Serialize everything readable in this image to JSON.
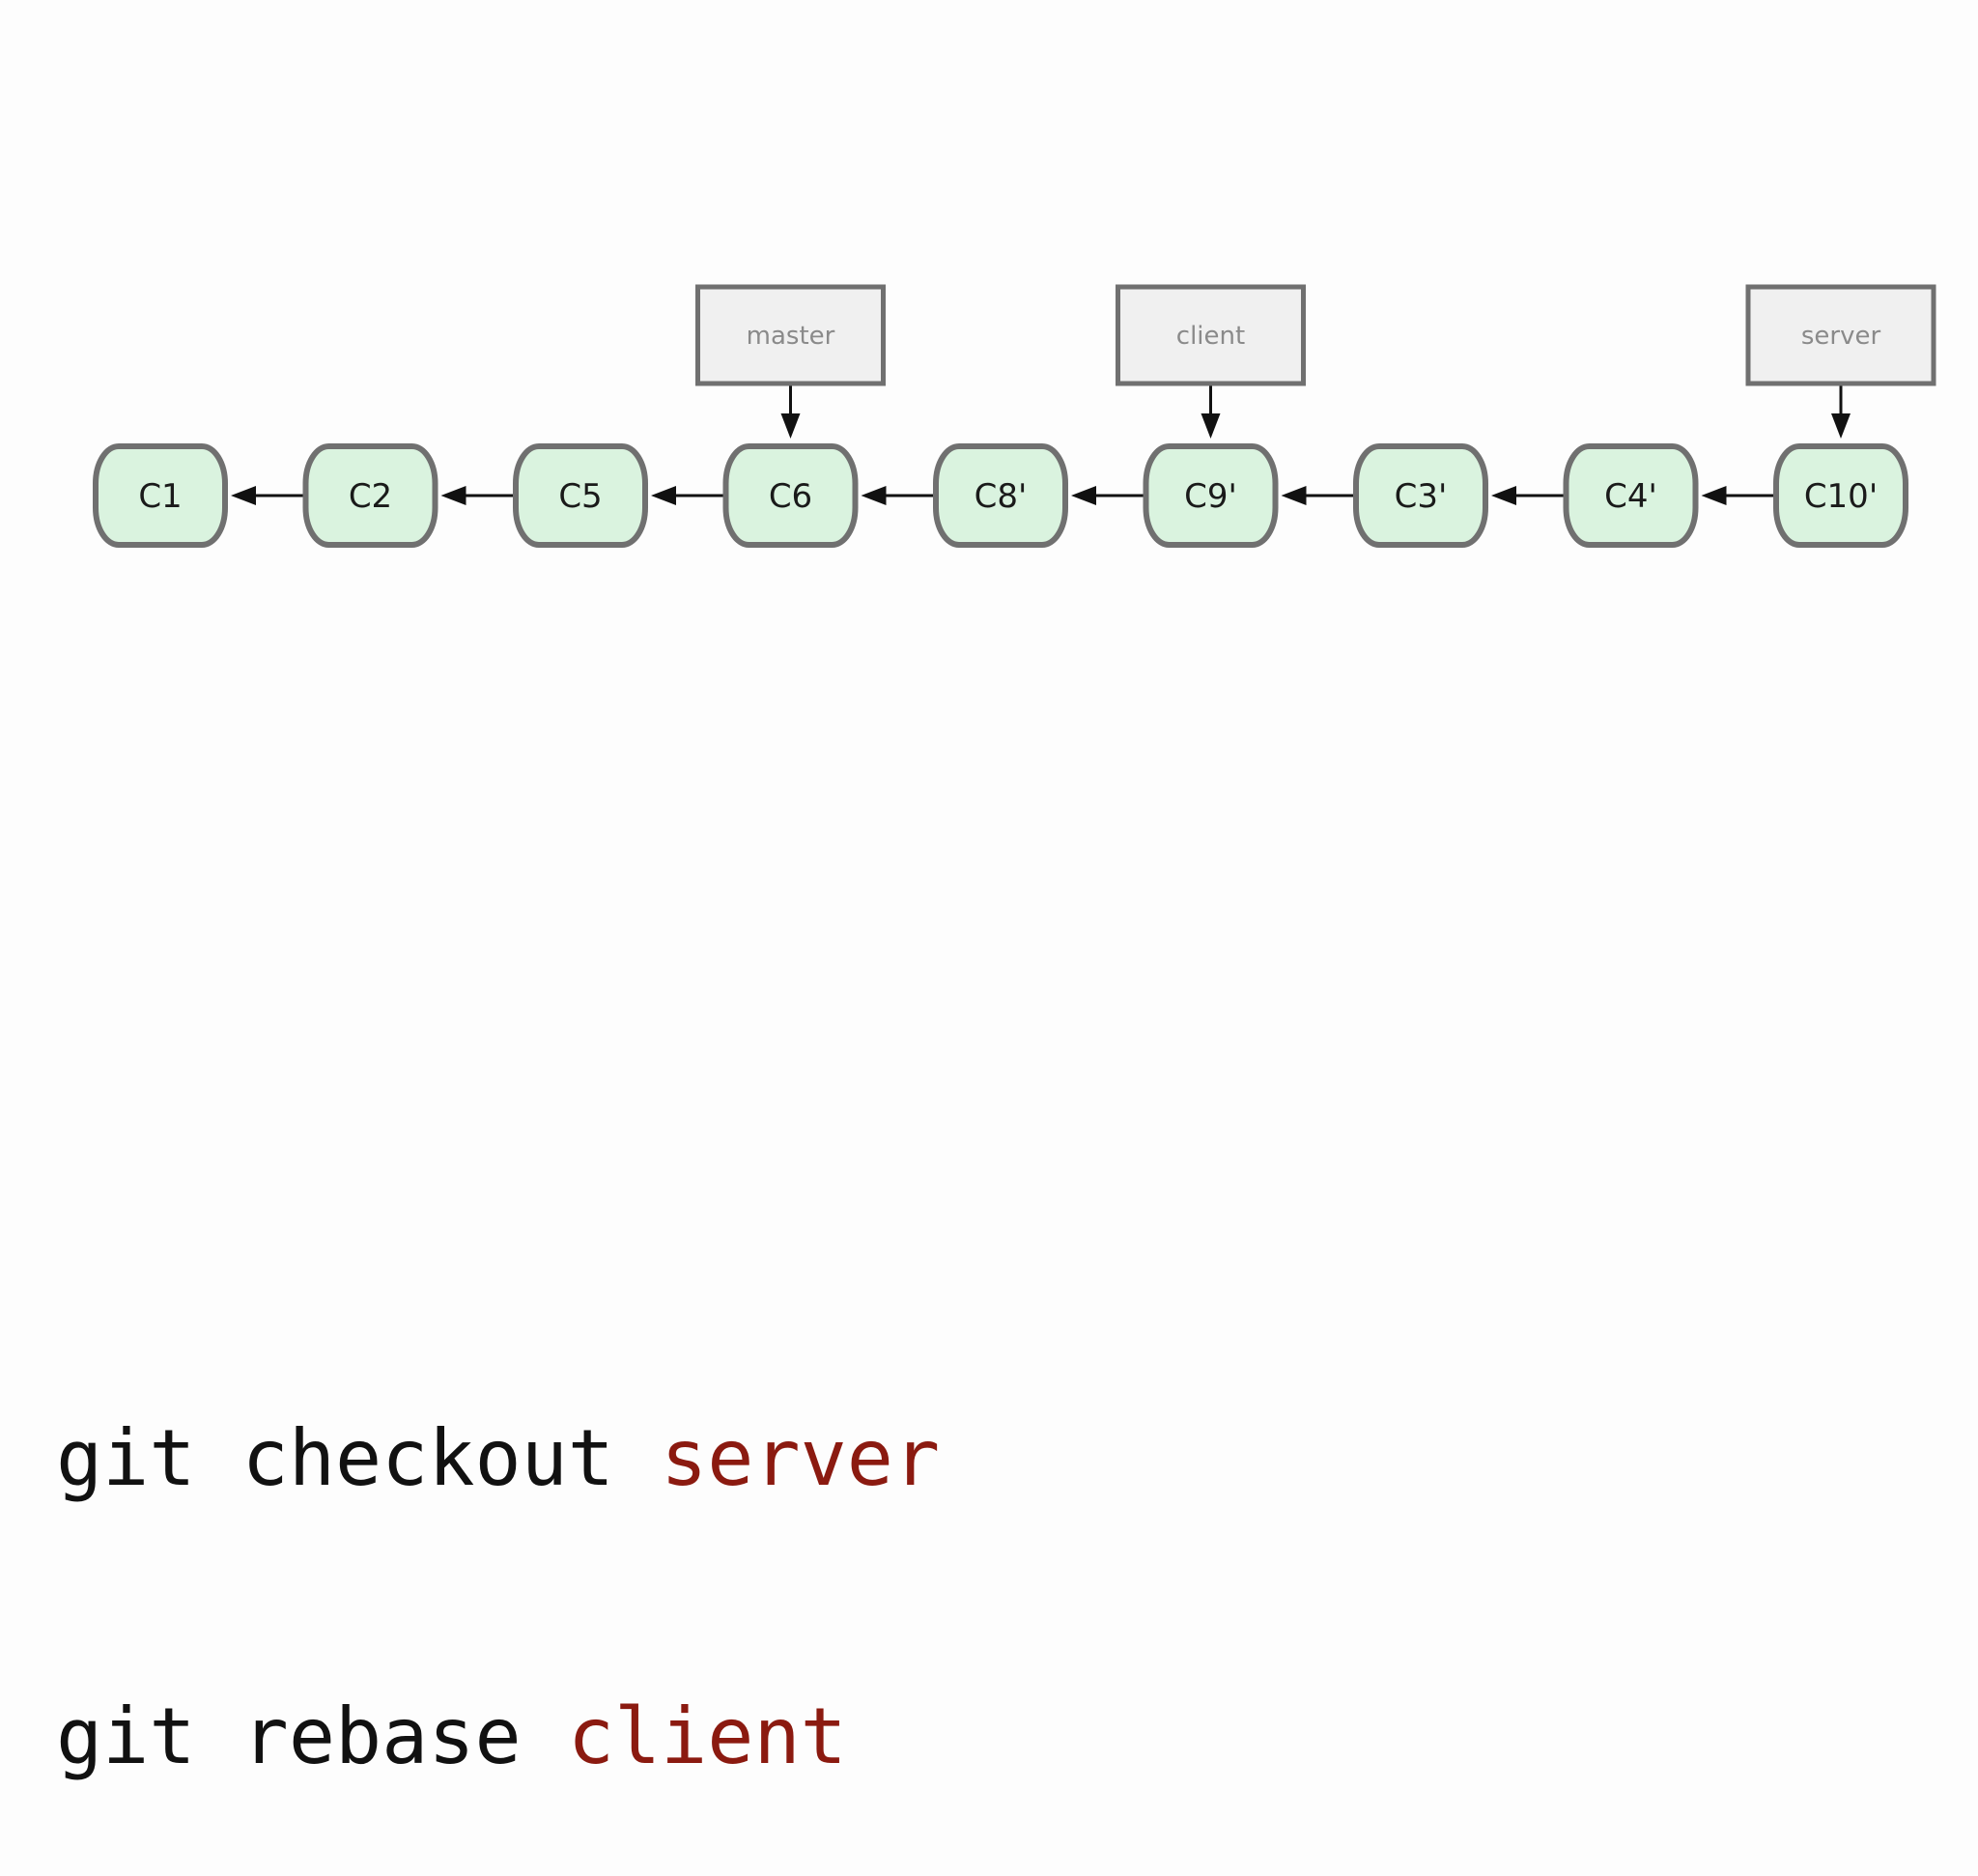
{
  "commits": [
    {
      "id": "C1",
      "label": "C1"
    },
    {
      "id": "C2",
      "label": "C2"
    },
    {
      "id": "C5",
      "label": "C5"
    },
    {
      "id": "C6",
      "label": "C6"
    },
    {
      "id": "C8p",
      "label": "C8'"
    },
    {
      "id": "C9p",
      "label": "C9'"
    },
    {
      "id": "C3p",
      "label": "C3'"
    },
    {
      "id": "C4p",
      "label": "C4'"
    },
    {
      "id": "C10p",
      "label": "C10'"
    }
  ],
  "parent_links": [
    {
      "from": "C2",
      "to": "C1"
    },
    {
      "from": "C5",
      "to": "C2"
    },
    {
      "from": "C6",
      "to": "C5"
    },
    {
      "from": "C8p",
      "to": "C6"
    },
    {
      "from": "C9p",
      "to": "C8p"
    },
    {
      "from": "C3p",
      "to": "C9p"
    },
    {
      "from": "C4p",
      "to": "C3p"
    },
    {
      "from": "C10p",
      "to": "C4p"
    }
  ],
  "branches": [
    {
      "name": "master",
      "target": "C6"
    },
    {
      "name": "client",
      "target": "C9p"
    },
    {
      "name": "server",
      "target": "C10p"
    }
  ],
  "commands": [
    {
      "cmd": "git checkout",
      "arg": "server"
    },
    {
      "cmd": "git rebase",
      "arg": "client"
    }
  ],
  "colors": {
    "commit_fill": "#daf3df",
    "commit_stroke": "#707070",
    "branch_fill": "#f0f0f0",
    "branch_stroke": "#707070",
    "arrow": "#111111",
    "command_text": "#111111",
    "command_arg": "#8b1a10"
  }
}
